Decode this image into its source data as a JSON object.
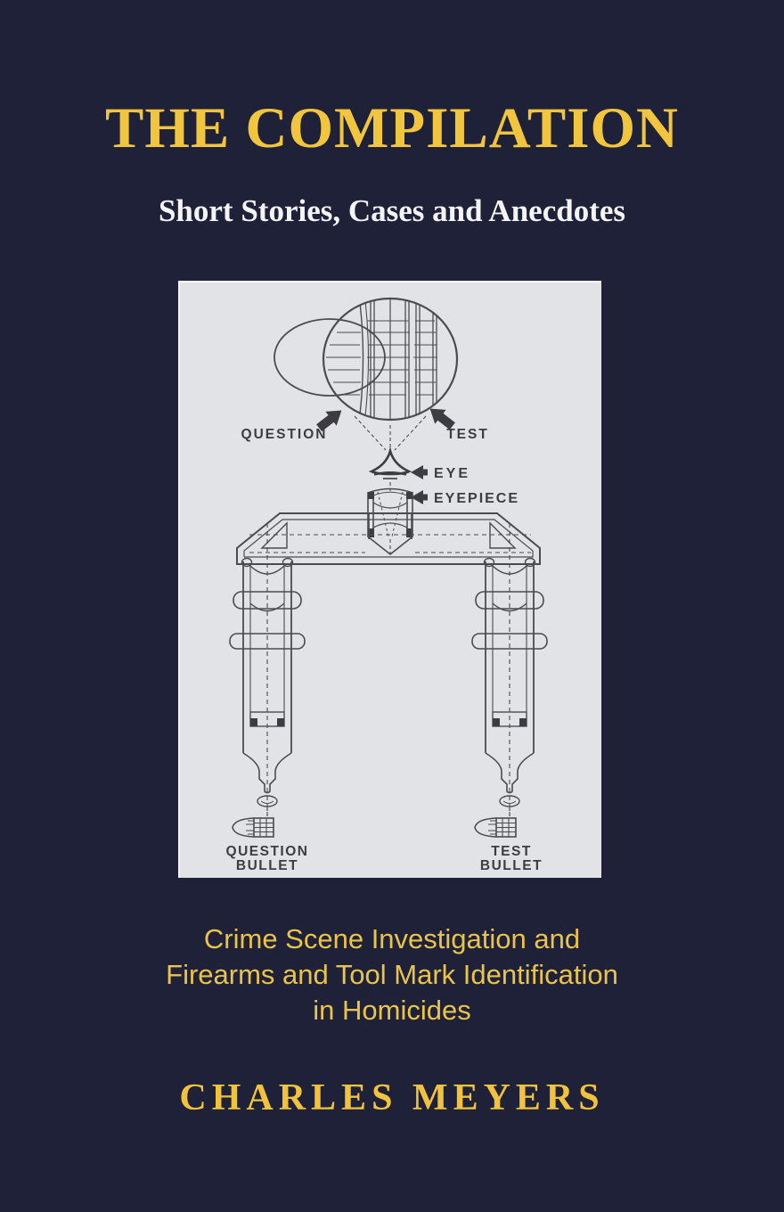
{
  "cover": {
    "title": "THE COMPILATION",
    "subtitle": "Short Stories, Cases and Anecdotes",
    "tagline": {
      "line1": "Crime Scene Investigation and",
      "line2": "Firearms and Tool Mark Identification",
      "line3": "in Homicides"
    },
    "author": "CHARLES MEYERS",
    "colors": {
      "background": "#1e2138",
      "title_gold": "#f1c53d",
      "subtitle_white": "#f4f4f6",
      "tagline_gold": "#e9c34b",
      "author_gold": "#f0c23e",
      "panel_background": "#e2e3e6",
      "diagram_lines": "#4b4b52",
      "diagram_labels": "#3c3c42"
    }
  },
  "diagram": {
    "labels": {
      "question": "QUESTION",
      "test": "TEST",
      "eye": "EYE",
      "eyepiece": "EYEPIECE",
      "question_bullet_1": "QUESTION",
      "question_bullet_2": "BULLET",
      "test_bullet_1": "TEST",
      "test_bullet_2": "BULLET"
    }
  }
}
